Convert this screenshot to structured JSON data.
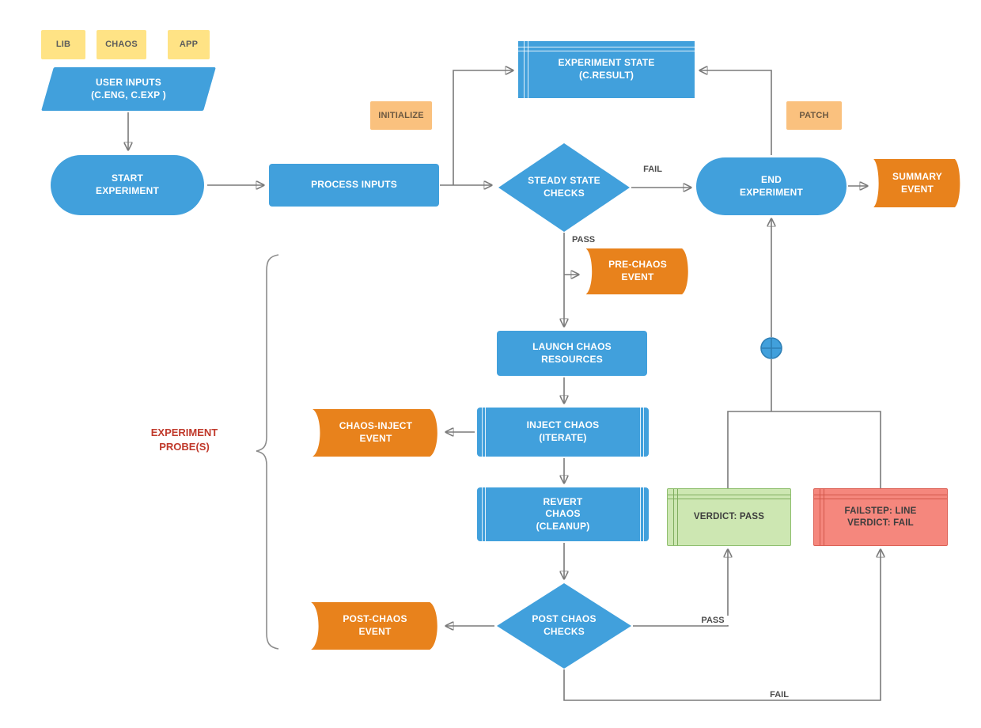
{
  "colors": {
    "node_blue": "#41a0dc",
    "node_blue_accent": "#2e7fb5",
    "event_orange": "#e8821c",
    "sticky_yellow": "#ffe385",
    "badge_orange": "#fac17e",
    "pass_green_fill": "#cde7b2",
    "pass_green_border": "#8fbf6f",
    "fail_red_fill": "#f5877d",
    "fail_red_border": "#db6156",
    "arrow_gray": "#7a7a7a",
    "probe_text_red": "#c0392b"
  },
  "stickies": [
    {
      "label": "LIB"
    },
    {
      "label": "CHAOS"
    },
    {
      "label": "APP"
    }
  ],
  "nodes": {
    "user_inputs": "USER INPUTS\n(C.ENG, C.EXP )",
    "start_experiment": "START\nEXPERIMENT",
    "process_inputs": "PROCESS INPUTS",
    "experiment_state": "EXPERIMENT STATE\n(C.RESULT)",
    "steady_state_checks": "STEADY STATE\nCHECKS",
    "end_experiment": "END\nEXPERIMENT",
    "summary_event": "SUMMARY\nEVENT",
    "pre_chaos_event": "PRE-CHAOS\nEVENT",
    "launch_chaos_resources": "LAUNCH CHAOS\nRESOURCES",
    "inject_chaos": "INJECT CHAOS\n(ITERATE)",
    "chaos_inject_event": "CHAOS-INJECT\nEVENT",
    "revert_chaos": "REVERT\nCHAOS\n(CLEANUP)",
    "post_chaos_checks": "POST CHAOS\nCHECKS",
    "post_chaos_event": "POST-CHAOS\nEVENT",
    "verdict_pass": "VERDICT: PASS",
    "failstep": "FAILSTEP: LINE\nVERDICT: FAIL"
  },
  "badges": {
    "initialize": "INITIALIZE",
    "patch": "PATCH"
  },
  "edge_labels": {
    "fail_top": "FAIL",
    "pass_top": "PASS",
    "pass_bottom": "PASS",
    "fail_bottom": "FAIL"
  },
  "annotations": {
    "experiment_probes": "EXPERIMENT\nPROBE(S)"
  },
  "edges": [
    {
      "from": "user_inputs",
      "to": "start_experiment",
      "label": ""
    },
    {
      "from": "start_experiment",
      "to": "process_inputs",
      "label": ""
    },
    {
      "from": "process_inputs",
      "to": "steady_state_checks",
      "label": ""
    },
    {
      "from": "process_inputs",
      "to": "experiment_state",
      "label": "INITIALIZE"
    },
    {
      "from": "steady_state_checks",
      "to": "end_experiment",
      "label": "FAIL"
    },
    {
      "from": "steady_state_checks",
      "to": "pre_chaos_event",
      "label": "PASS"
    },
    {
      "from": "steady_state_checks",
      "to": "launch_chaos_resources",
      "label": "PASS"
    },
    {
      "from": "launch_chaos_resources",
      "to": "inject_chaos",
      "label": ""
    },
    {
      "from": "inject_chaos",
      "to": "chaos_inject_event",
      "label": ""
    },
    {
      "from": "inject_chaos",
      "to": "revert_chaos",
      "label": ""
    },
    {
      "from": "revert_chaos",
      "to": "post_chaos_checks",
      "label": ""
    },
    {
      "from": "post_chaos_checks",
      "to": "post_chaos_event",
      "label": ""
    },
    {
      "from": "post_chaos_checks",
      "to": "verdict_pass",
      "label": "PASS"
    },
    {
      "from": "post_chaos_checks",
      "to": "failstep",
      "label": "FAIL"
    },
    {
      "from": "verdict_pass",
      "to": "end_experiment",
      "label": ""
    },
    {
      "from": "failstep",
      "to": "end_experiment",
      "label": ""
    },
    {
      "from": "end_experiment",
      "to": "experiment_state",
      "label": "PATCH"
    },
    {
      "from": "end_experiment",
      "to": "summary_event",
      "label": ""
    }
  ]
}
